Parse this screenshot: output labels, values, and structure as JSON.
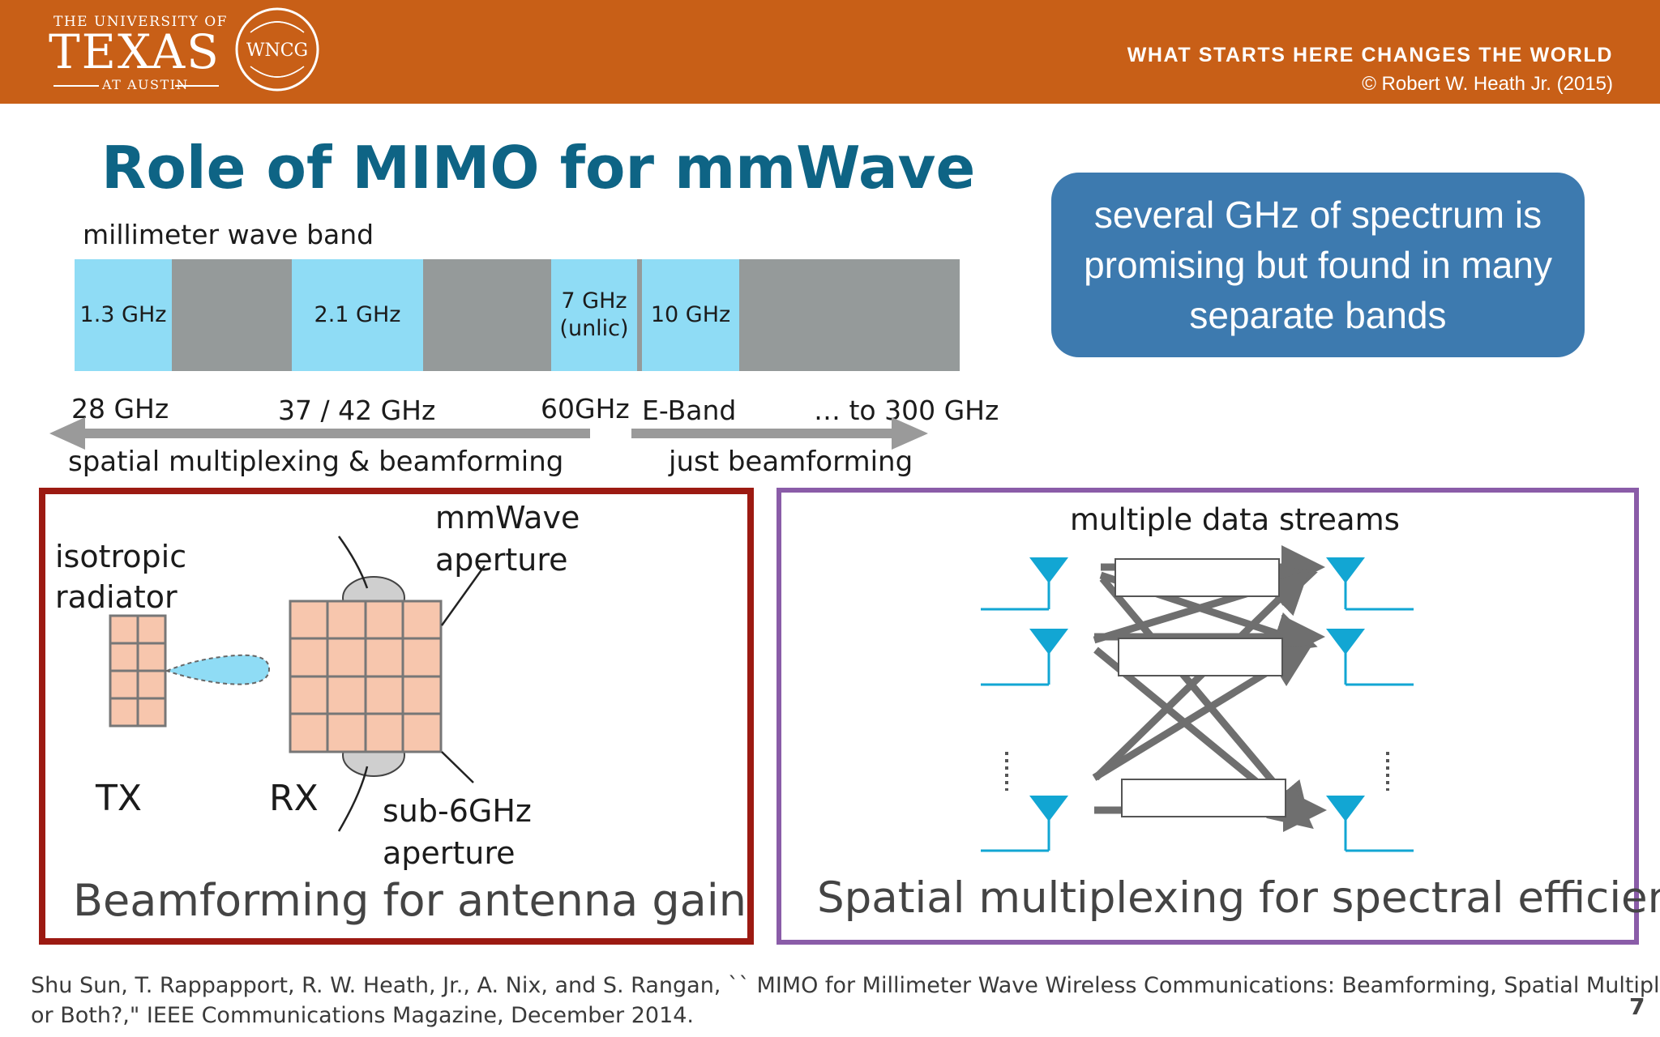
{
  "header": {
    "university_line1": "THE UNIVERSITY OF",
    "university_name": "TEXAS",
    "university_line3": "AT AUSTIN",
    "lab_logo_text": "WNCG",
    "tagline": "WHAT STARTS HERE CHANGES THE WORLD",
    "copyright": "© Robert W. Heath Jr. (2015)",
    "colors": {
      "header_bg": "#c85f17",
      "text": "#ffffff"
    }
  },
  "slide": {
    "title": "Role of MIMO for mmWave",
    "callout": "several GHz of spectrum is promising but found in many separate bands",
    "page_number": "7"
  },
  "band_chart": {
    "heading": "millimeter wave band",
    "bands": [
      {
        "label": "1.3 GHz",
        "sublabel": ""
      },
      {
        "label": "2.1 GHz",
        "sublabel": ""
      },
      {
        "label": "7 GHz",
        "sublabel": "(unlic)"
      },
      {
        "label": "10 GHz",
        "sublabel": ""
      }
    ],
    "frequencies": [
      "28 GHz",
      "37 / 42 GHz",
      "60GHz",
      "E-Band",
      "… to 300 GHz"
    ],
    "left_arrow_caption": "spatial multiplexing & beamforming",
    "right_arrow_caption": "just beamforming",
    "colors": {
      "band": "#8fdcf5",
      "gap": "#959a9a",
      "arrow": "#9a9a9a"
    }
  },
  "beamforming_panel": {
    "title": "Beamforming for antenna gain",
    "isotropic_label": "isotropic radiator",
    "mmwave_label_line1": "mmWave",
    "mmwave_label_line2": "aperture",
    "sub6_label_line1": "sub-6GHz",
    "sub6_label_line2": "aperture",
    "tx_label": "TX",
    "rx_label": "RX",
    "colors": {
      "border": "#9c1a12",
      "element": "#f7c6ad",
      "beam": "#8fdcf5"
    }
  },
  "multiplexing_panel": {
    "title": "Spatial multiplexing for spectral efficiency",
    "heading": "multiple data streams",
    "colors": {
      "border": "#8a5ca8",
      "antenna": "#12a6d3",
      "arrow": "#6f6f6f"
    }
  },
  "citation": {
    "line1": "Shu Sun, T. Rappapport, R. W. Heath, Jr., A. Nix, and S. Rangan, `` MIMO for Millimeter Wave Wireless Communications: Beamforming, Spatial Multiplexing,",
    "line2": "or Both?,\" IEEE Communications Magazine, December 2014."
  },
  "colors": {
    "title": "#0e6485",
    "callout_bg": "#3d7aaf"
  }
}
